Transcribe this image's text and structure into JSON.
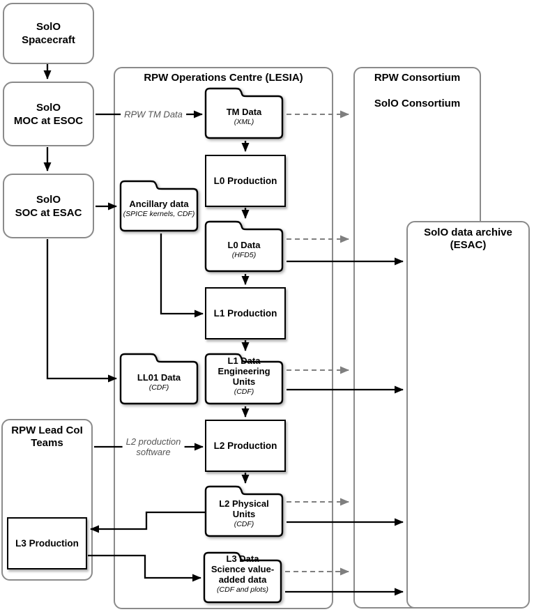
{
  "containers": {
    "lesia": {
      "title": "RPW Operations Centre (LESIA)"
    },
    "consortium": {
      "title1": "RPW Consortium",
      "title2": "SolO Consortium"
    },
    "archive": {
      "title1": "SolO data archive",
      "title2": "(ESAC)"
    },
    "lead_coi": {
      "title1": "RPW Lead CoI",
      "title2": "Teams"
    }
  },
  "actors": {
    "spacecraft": {
      "l1": "SolO",
      "l2": "Spacecraft"
    },
    "moc": {
      "l1": "SolO",
      "l2": "MOC at ESOC"
    },
    "soc": {
      "l1": "SolO",
      "l2": "SOC at ESAC"
    }
  },
  "processes": {
    "l0": "L0 Production",
    "l1": "L1 Production",
    "l2": "L2 Production",
    "l3": "L3 Production"
  },
  "datasets": {
    "tm": {
      "t1": "TM Data",
      "sub": "(XML)"
    },
    "l0": {
      "t1": "L0 Data",
      "sub": "(HFD5)"
    },
    "l1": {
      "t1": "L1 Data",
      "t2": "Engineering",
      "t3": "Units",
      "sub": "(CDF)"
    },
    "l2": {
      "t1": "L2 Physical",
      "t2": "Units",
      "sub": "(CDF)"
    },
    "l3": {
      "t1": "L3 Data",
      "t2": "Science value-",
      "t3": "added data",
      "sub": "(CDF and plots)"
    },
    "ancillary": {
      "t1": "Ancillary data",
      "sub": "(SPICE kernels, CDF)"
    },
    "ll01": {
      "t1": "LL01 Data",
      "sub": "(CDF)"
    }
  },
  "edge_labels": {
    "tm_feed": "RPW TM Data",
    "l2_sw_1": "L2 production",
    "l2_sw_2": "software"
  },
  "colors": {
    "node_border_black": "#000000",
    "container_border_gray": "#8a8a8a",
    "dashed_arrow_gray": "#7f7f7f",
    "edge_label_gray": "#555555"
  }
}
